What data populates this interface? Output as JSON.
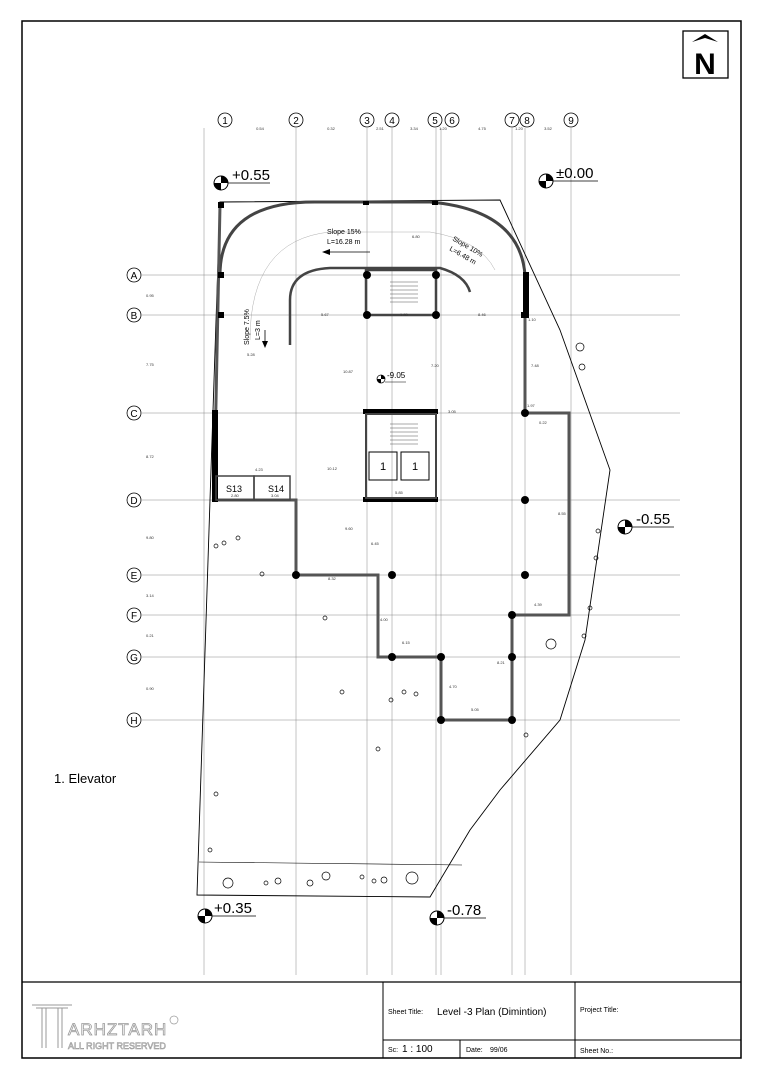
{
  "grid": {
    "columns": [
      "1",
      "2",
      "3",
      "4",
      "5",
      "6",
      "7",
      "8",
      "9"
    ],
    "rows": [
      "A",
      "B",
      "C",
      "D",
      "E",
      "F",
      "G",
      "H"
    ],
    "top_dims": [
      "0.54",
      "0.32",
      "2.51",
      "3.34",
      "1.20",
      "4.75",
      "1.20",
      "3.52"
    ],
    "side_dims": [
      "0.95",
      "7.75",
      "8.72",
      "9.80",
      "3.14",
      "0.21",
      "0.90"
    ]
  },
  "levels": {
    "top_left": "+0.55",
    "top_right": "±0.00",
    "center": "-9.05",
    "right": "-0.55",
    "bottom_left": "+0.35",
    "bottom_center": "-0.78"
  },
  "ramp": {
    "slope_main": "Slope 15%",
    "length_main": "L=16.28 m",
    "slope_right": "Slope 10%",
    "length_right": "L=6.48 m",
    "slope_left": "Slope 7.5%",
    "length_left": "L=3 m"
  },
  "rooms": {
    "s13": "S13",
    "s14": "S14",
    "elevator_1": "1",
    "elevator_2": "1"
  },
  "dims": {
    "d1": "6.80",
    "d2": "5.67",
    "d3": "10.87",
    "d4": "7.20",
    "d5": "8.46",
    "d6": "9.60",
    "d7": "8.32",
    "d8": "6.45",
    "d9": "5.85",
    "d10": "4.23",
    "d11": "8.55",
    "d12": "4.00",
    "d13": "6.15",
    "d14": "4.70",
    "d15": "5.05",
    "d16": "8.21",
    "d17": "4.39",
    "d18": "10.12",
    "d19": "2.80",
    "d20": "3.04",
    "d21": "1.80",
    "d22": "7.48",
    "d23": "1.97",
    "d24": "0.22",
    "d25": "3.05",
    "d26": "1.10",
    "d27": "5.28"
  },
  "legend": {
    "item": "1. Elevator"
  },
  "north": {
    "letter": "N"
  },
  "title_block": {
    "logo_text": "ARHZTARH",
    "logo_sub": "ALL RIGHT RESERVED",
    "sheet_title_label": "Sheet Title:",
    "sheet_title": "Level -3 Plan (Dimintion)",
    "project_title_label": "Project Title:",
    "scale_label": "Sc:",
    "scale_value": "1 : 100",
    "date_label": "Date:",
    "date_value": "99/06",
    "sheet_no_label": "Sheet No.:"
  }
}
